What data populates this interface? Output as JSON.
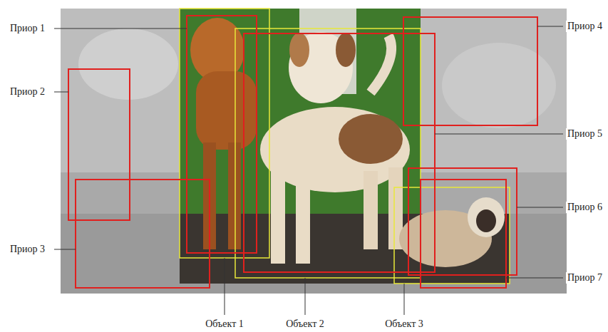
{
  "diagram": {
    "labels": [
      "Приор 1",
      "Приор 2",
      "Приор 3",
      "Приор 4",
      "Приор 5",
      "Приор 6",
      "Приор 7",
      "Объект 1",
      "Объект 2",
      "Объект 3"
    ]
  }
}
